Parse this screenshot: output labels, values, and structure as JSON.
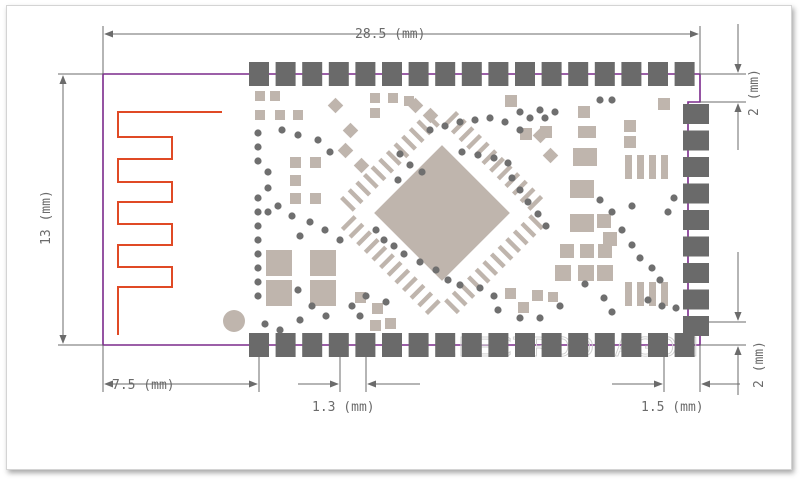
{
  "dimensions": {
    "length": "28.5 (mm)",
    "width": "13 (mm)",
    "antenna_offset": "7.5 (mm)",
    "pad_pitch": "1.3 (mm)",
    "pad_inset": "1.5 (mm)",
    "edge_top": "2 (mm)",
    "edge_bottom": "2 (mm)"
  },
  "watermark": "ELECTRODRAGON",
  "colors": {
    "outline": "#7b2a8c",
    "antenna": "#e04a25",
    "pad": "#6a6a6a",
    "component": "#bfb5ad",
    "via": "#6f6f6f",
    "dimension": "#6b6b6b"
  }
}
